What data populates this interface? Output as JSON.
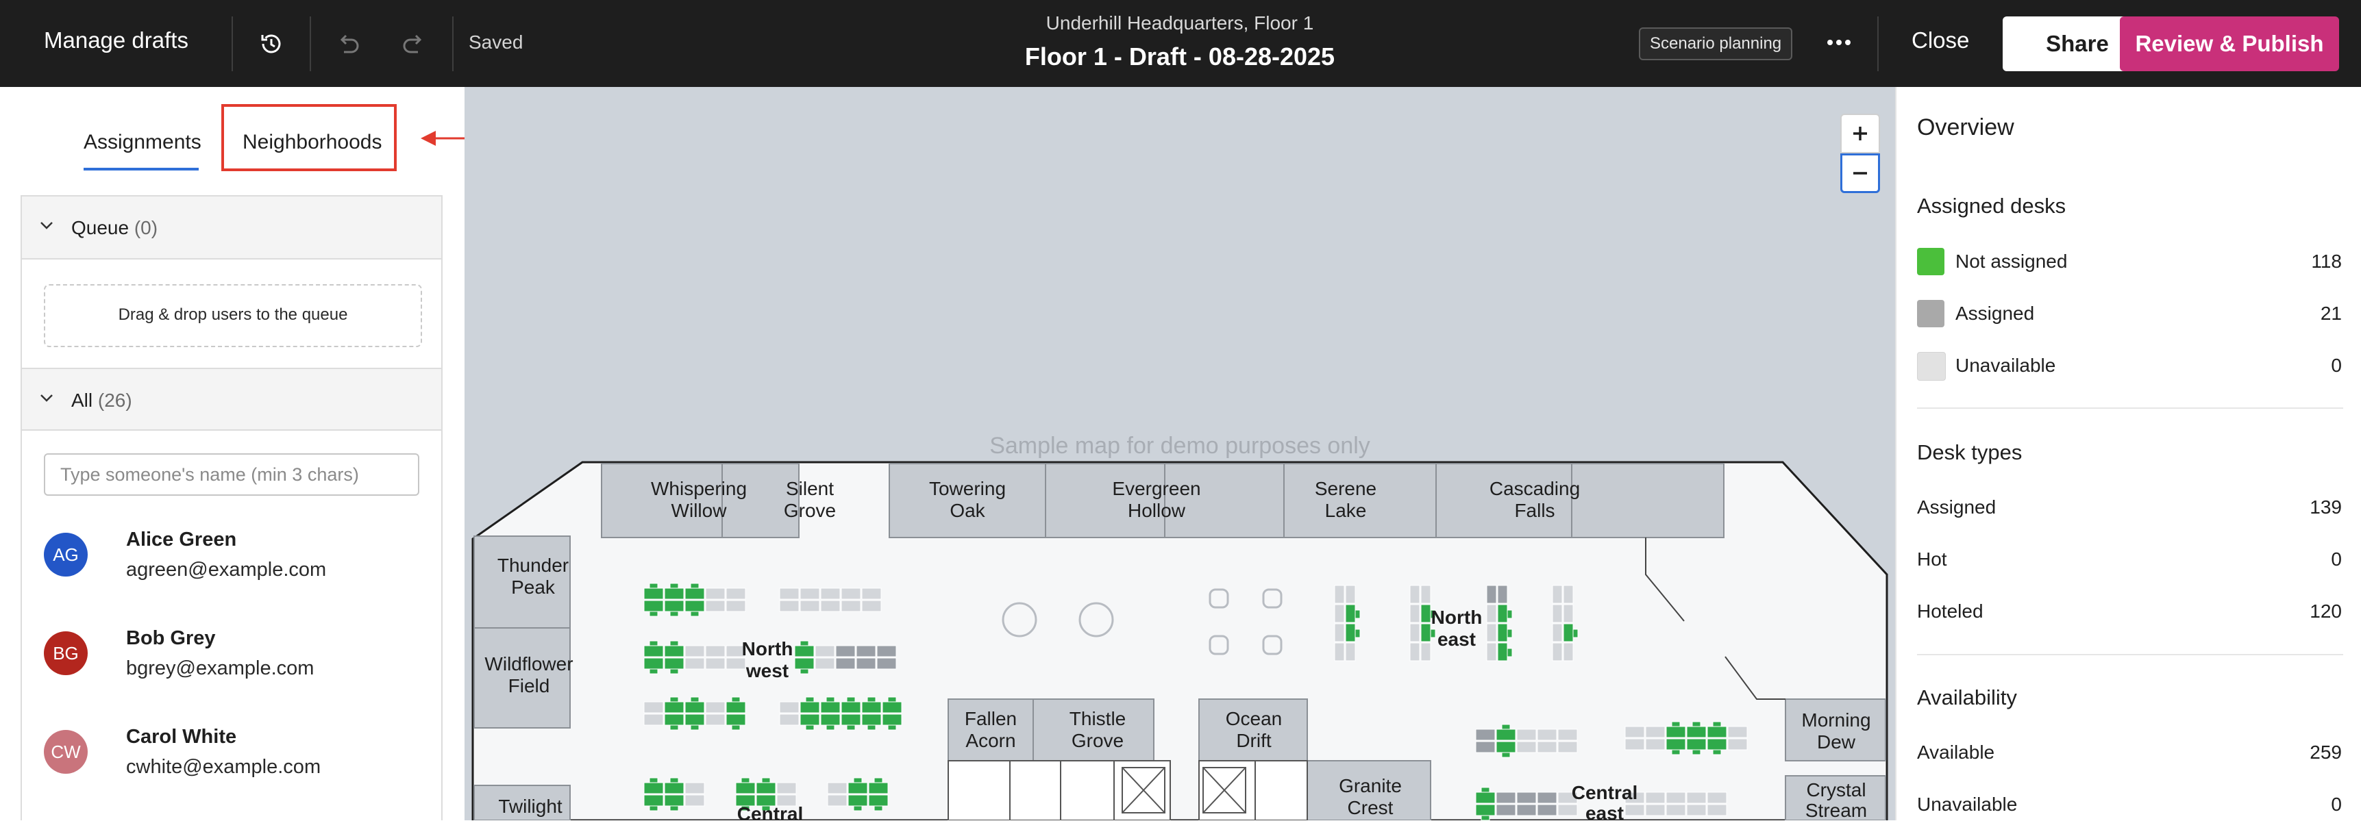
{
  "header": {
    "title": "Manage drafts",
    "saved_status": "Saved",
    "building": "Underhill Headquarters, Floor 1",
    "draft_name": "Floor 1 - Draft - 08-28-2025",
    "scenario_badge": "Scenario planning",
    "close_label": "Close",
    "share_label": "Share",
    "publish_label": "Review & Publish",
    "icons": [
      "history-icon",
      "undo-icon",
      "redo-icon",
      "more-icon"
    ]
  },
  "left_panel": {
    "tabs": [
      {
        "label": "Assignments",
        "active": true
      },
      {
        "label": "Neighborhoods",
        "active": false
      }
    ],
    "queue": {
      "label": "Queue",
      "count": "(0)",
      "dropzone_text": "Drag & drop users to the queue"
    },
    "all": {
      "label": "All",
      "count": "(26)"
    },
    "search_placeholder": "Type someone's name (min 3 chars)",
    "people": [
      {
        "initials": "AG",
        "name": "Alice Green",
        "email": "agreen@example.com",
        "color": "#2356c7"
      },
      {
        "initials": "BG",
        "name": "Bob Grey",
        "email": "bgrey@example.com",
        "color": "#b3261e"
      },
      {
        "initials": "CW",
        "name": "Carol White",
        "email": "cwhite@example.com",
        "color": "#c9747c"
      }
    ]
  },
  "map": {
    "watermark": "Sample map for demo purposes only",
    "rooms": {
      "whispering_willow": [
        "Whispering",
        "Willow"
      ],
      "silent_grove": [
        "Silent",
        "Grove"
      ],
      "towering_oak": [
        "Towering",
        "Oak"
      ],
      "evergreen_hollow": [
        "Evergreen",
        "Hollow"
      ],
      "serene_lake": [
        "Serene",
        "Lake"
      ],
      "cascading_falls": [
        "Cascading",
        "Falls"
      ],
      "thunder_peak": [
        "Thunder",
        "Peak"
      ],
      "wildflower_field": [
        "Wildflower",
        "Field"
      ],
      "twilight": [
        "Twilight"
      ],
      "fallen_acorn": [
        "Fallen",
        "Acorn"
      ],
      "thistle_grove": [
        "Thistle",
        "Grove"
      ],
      "ocean_drift": [
        "Ocean",
        "Drift"
      ],
      "granite_crest": [
        "Granite",
        "Crest"
      ],
      "morning_dew": [
        "Morning",
        "Dew"
      ],
      "crystal_stream": [
        "Crystal",
        "Stream"
      ]
    },
    "neighborhoods": {
      "north_west": [
        "North",
        "west"
      ],
      "north_east": [
        "North",
        "east"
      ],
      "central": [
        "Central"
      ],
      "central_east": [
        "Central",
        "east"
      ]
    },
    "colors": {
      "available": "#2faa4a",
      "assigned": "#9a9fa6",
      "unavailable": "#d3d6da",
      "room": "#c6cbd1"
    }
  },
  "overview": {
    "title": "Overview",
    "assigned_desks": {
      "heading": "Assigned desks",
      "rows": [
        {
          "label": "Not assigned",
          "value": "118",
          "color": "#4bbf3b"
        },
        {
          "label": "Assigned",
          "value": "21",
          "color": "#a9a9a9"
        },
        {
          "label": "Unavailable",
          "value": "0",
          "color": "#e2e2e2"
        }
      ]
    },
    "desk_types": {
      "heading": "Desk types",
      "rows": [
        {
          "label": "Assigned",
          "value": "139"
        },
        {
          "label": "Hot",
          "value": "0"
        },
        {
          "label": "Hoteled",
          "value": "120"
        }
      ]
    },
    "availability": {
      "heading": "Availability",
      "rows": [
        {
          "label": "Available",
          "value": "259"
        },
        {
          "label": "Unavailable",
          "value": "0"
        }
      ]
    }
  }
}
